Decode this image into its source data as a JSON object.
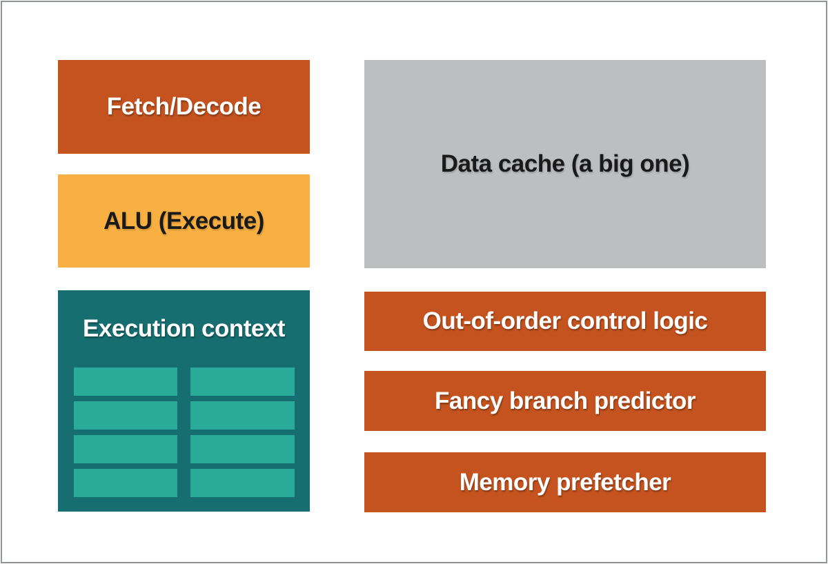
{
  "colors": {
    "orange": "#C4531F",
    "amber": "#F9B042",
    "teal_dark": "#176E70",
    "teal_light": "#2AAA98",
    "gray_box": "#BDBEC0",
    "frame_border": "#919497",
    "text_light": "#FFFFFF",
    "text_dark": "#1A1A1A",
    "background": "#FFFFFF"
  },
  "core": {
    "left": {
      "fetch_decode": {
        "label": "Fetch/Decode"
      },
      "alu": {
        "label": "ALU (Execute)"
      },
      "execution_context": {
        "label": "Execution context",
        "slots": {
          "rows": 4,
          "columns": 2
        }
      }
    },
    "right": {
      "data_cache": {
        "label": "Data cache (a big one)"
      },
      "out_of_order": {
        "label": "Out-of-order control logic"
      },
      "branch_predictor": {
        "label": "Fancy branch predictor"
      },
      "memory_prefetcher": {
        "label": "Memory prefetcher"
      }
    }
  }
}
